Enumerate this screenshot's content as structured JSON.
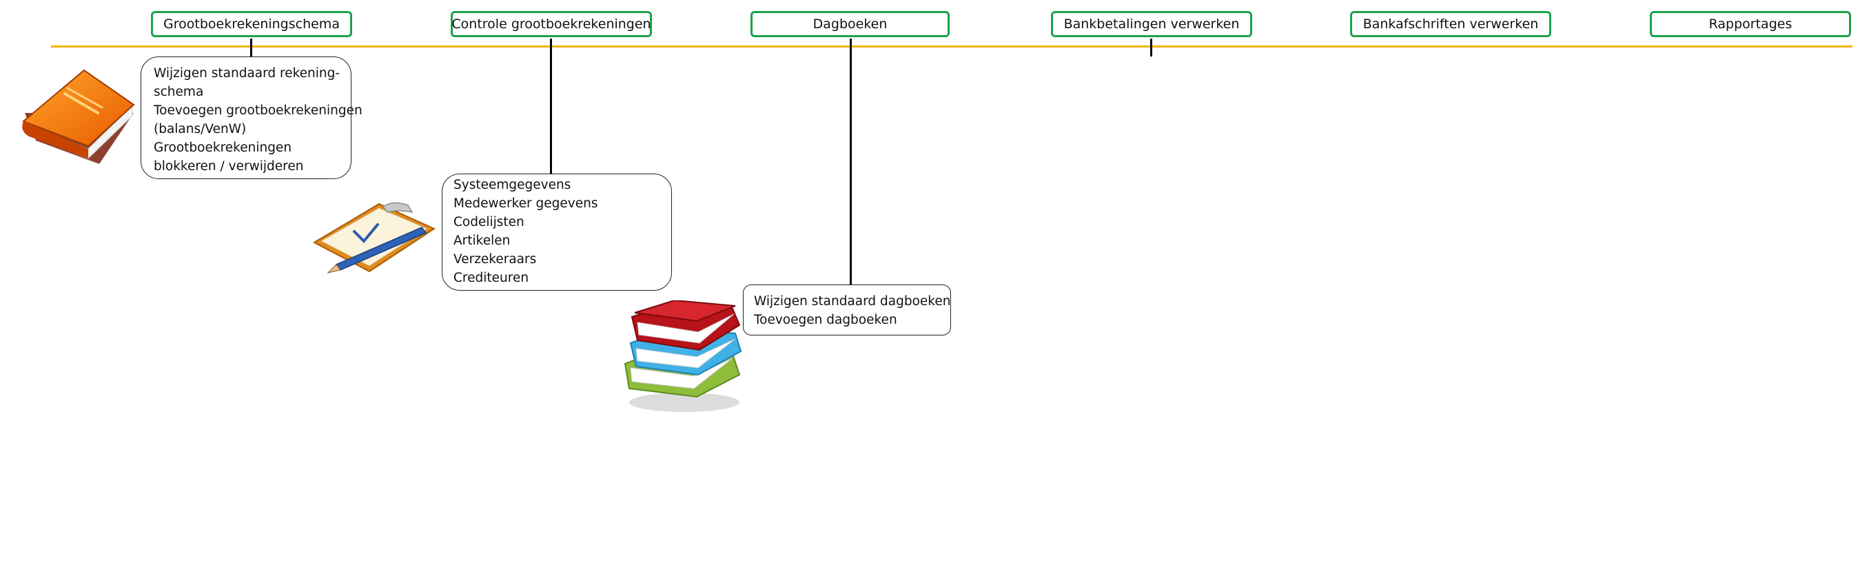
{
  "tabs": [
    {
      "label": "Grootboekrekeningschema"
    },
    {
      "label": "Controle grootboekrekeningen"
    },
    {
      "label": "Dagboeken"
    },
    {
      "label": "Bankbetalingen verwerken"
    },
    {
      "label": "Bankafschriften verwerken"
    },
    {
      "label": "Rapportages"
    }
  ],
  "cards": [
    {
      "lines": [
        "Wijzigen standaard rekening-",
        "schema",
        "Toevoegen grootboekrekeningen",
        "(balans/VenW)",
        "Grootboekrekeningen",
        "blokkeren / verwijderen"
      ]
    },
    {
      "lines": [
        "Systeemgegevens",
        "Medewerker gegevens",
        "Codelijsten",
        "Artikelen",
        "Verzekeraars",
        "Crediteuren"
      ]
    },
    {
      "lines": [
        "Wijzigen standaard dagboeken",
        "Toevoegen dagboeken"
      ]
    }
  ],
  "icons": {
    "card1": "orange-book-icon",
    "card2": "clipboard-pen-icon",
    "card3": "stacked-books-icon"
  },
  "colors": {
    "tab_border": "#1aa34a",
    "timeline": "#f5b400",
    "connector": "#000000"
  }
}
